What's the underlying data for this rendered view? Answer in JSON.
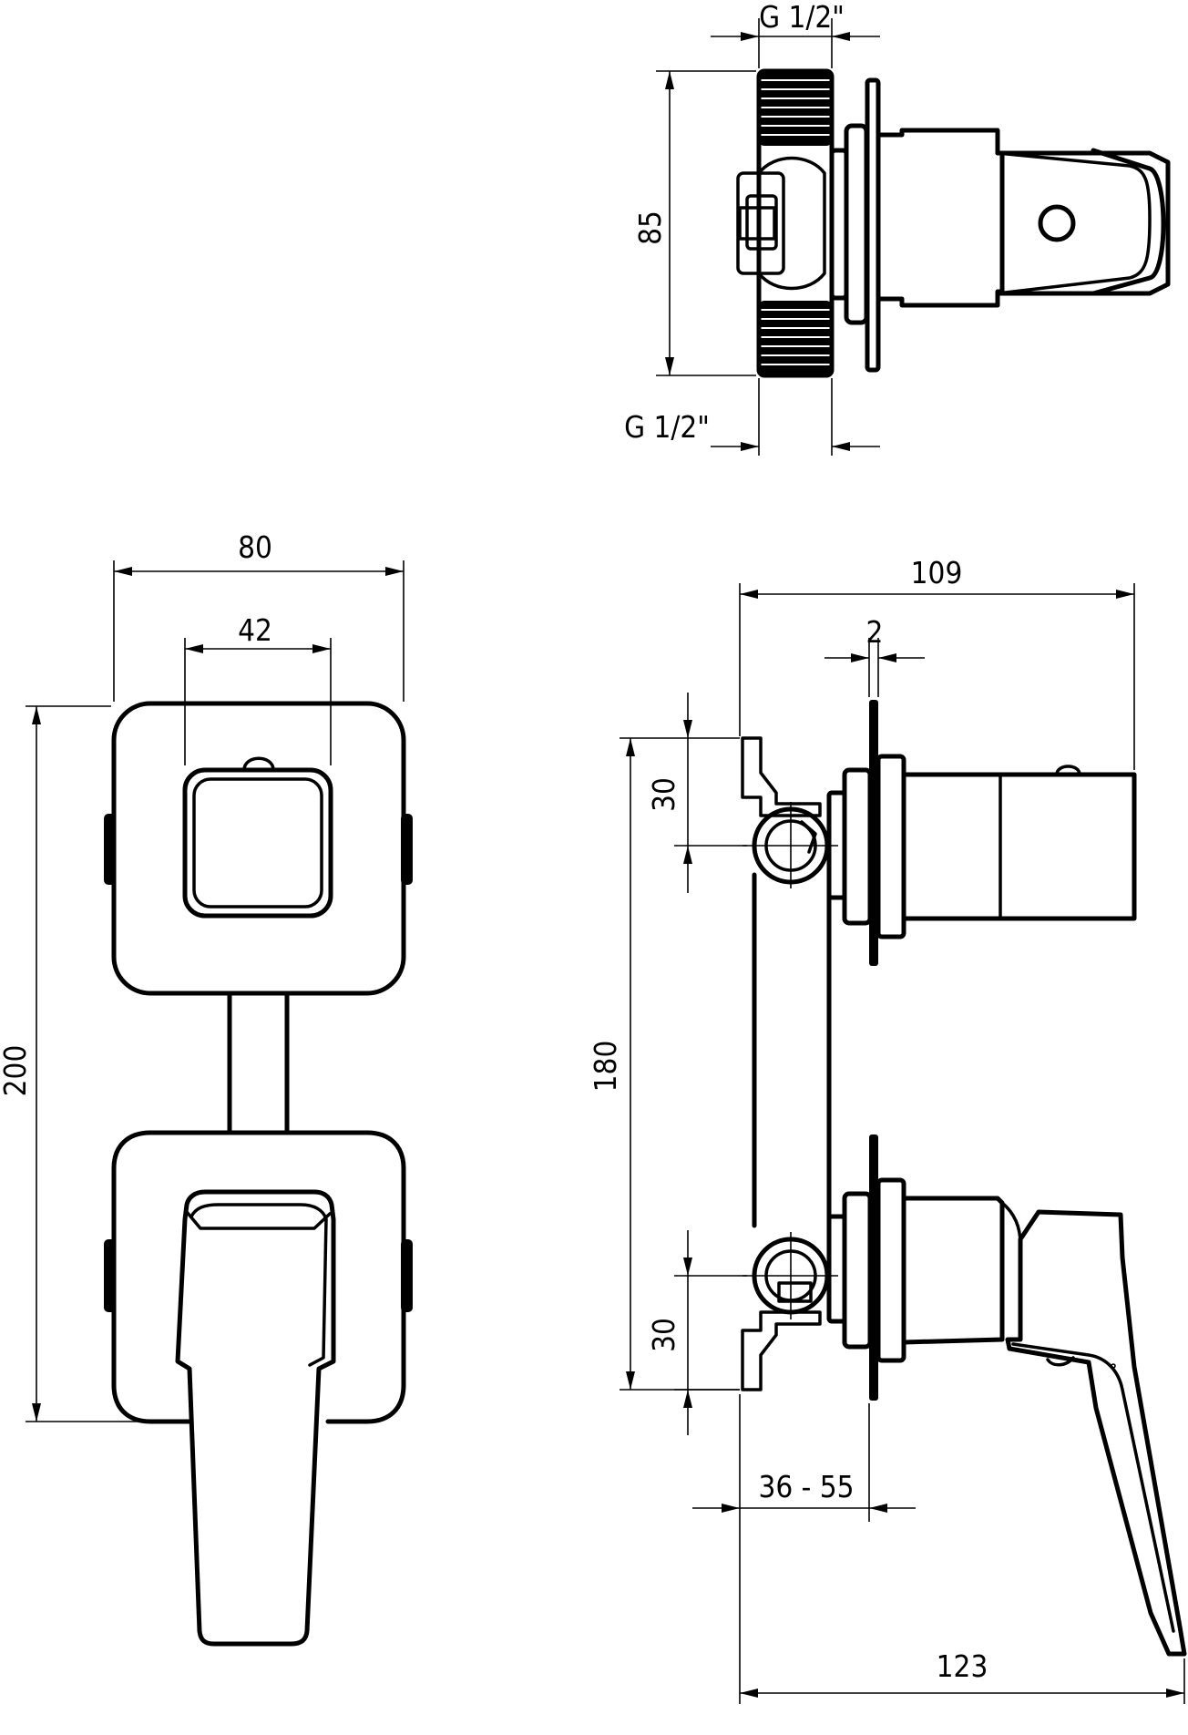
{
  "drawing": {
    "title": "",
    "dimensions": {
      "top_connection_width": "G 1/2\"",
      "top_height": "85",
      "bottom_connection_width": "G 1/2\"",
      "front_width": "80",
      "front_inner_width": "42",
      "front_height": "200",
      "side_depth": "109",
      "plate_thickness": "2",
      "upper_axis_offset": "30",
      "axis_spacing": "180",
      "lower_axis_offset": "30",
      "installation_depth": "36 - 55",
      "lever_depth": "123"
    },
    "views": [
      "top-view",
      "front-view",
      "side-view"
    ],
    "line_color": "#000000",
    "background_color": "#ffffff"
  }
}
